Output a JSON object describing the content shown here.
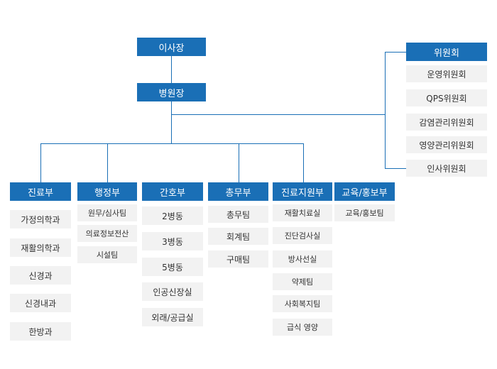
{
  "colors": {
    "header_bg": "#1a6fb6",
    "header_text": "#ffffff",
    "item_bg": "#f2f2f2",
    "item_text": "#333333",
    "connector": "#1a6fb6"
  },
  "chairman": "이사장",
  "director": "병원장",
  "committee": {
    "title": "위원회",
    "items": [
      "운영위원회",
      "QPS위원회",
      "감염관리위원회",
      "영양관리위원회",
      "인사위원회"
    ]
  },
  "departments": [
    {
      "title": "진료부",
      "items": [
        "가정의학과",
        "재활의학과",
        "신경과",
        "신경내과",
        "한방과"
      ]
    },
    {
      "title": "행정부",
      "items": [
        "원무/심사팀",
        "의료정보전산",
        "시설팀"
      ]
    },
    {
      "title": "간호부",
      "items": [
        "2병동",
        "3병동",
        "5병동",
        "인공신장실",
        "외래/공급실"
      ]
    },
    {
      "title": "총무부",
      "items": [
        "총무팀",
        "회계팀",
        "구매팀"
      ]
    },
    {
      "title": "진료지원부",
      "items": [
        "재활치료실",
        "진단검사실",
        "방사선실",
        "약제팀",
        "사회복지팀",
        "급식 영양"
      ]
    },
    {
      "title": "교육/홍보부",
      "items": [
        "교육/홍보팀"
      ]
    }
  ]
}
